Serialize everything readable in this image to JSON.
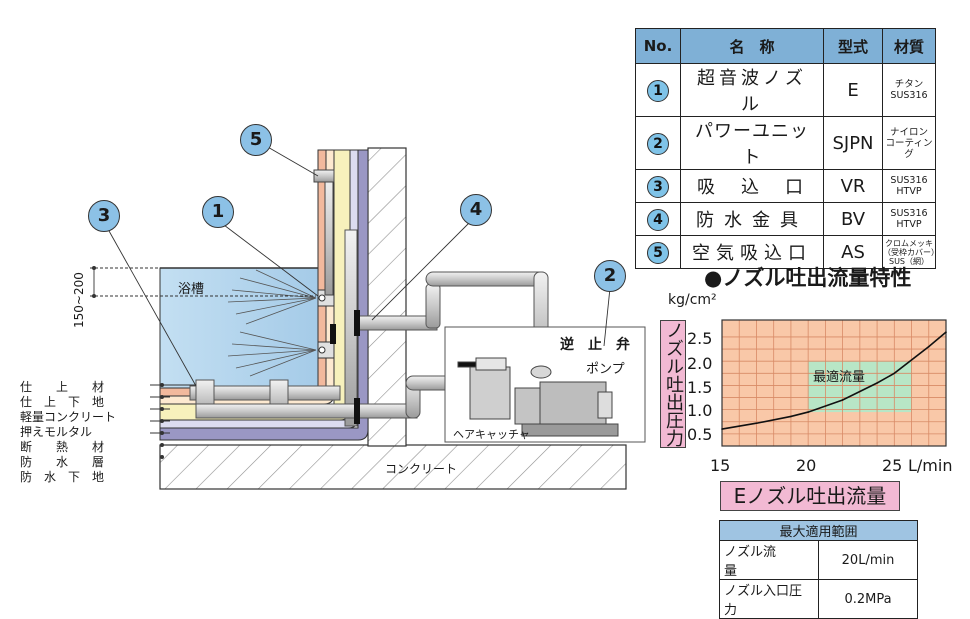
{
  "table": {
    "headers": [
      "No.",
      "名　称",
      "型式",
      "材質"
    ],
    "rows": [
      {
        "no": "1",
        "name": "超音波ノズル",
        "type": "E",
        "material_1": "チタン",
        "material_2": "SUS316",
        "material_3": ""
      },
      {
        "no": "2",
        "name": "パワーユニット",
        "type": "SJPN",
        "material_1": "ナイロン",
        "material_2": "コーティング",
        "material_3": ""
      },
      {
        "no": "3",
        "name": "吸　込　口",
        "type": "VR",
        "material_1": "SUS316",
        "material_2": "HTVP",
        "material_3": ""
      },
      {
        "no": "4",
        "name": "防水金具",
        "type": "BV",
        "material_1": "SUS316",
        "material_2": "HTVP",
        "material_3": ""
      },
      {
        "no": "5",
        "name": "空気吸込口",
        "type": "AS",
        "material_1": "クロムメッキ",
        "material_2": "（受枠カバー）",
        "material_3": "SUS（網）"
      }
    ]
  },
  "diagram": {
    "callouts": [
      "1",
      "2",
      "3",
      "4",
      "5"
    ],
    "tub_label": "浴槽",
    "dimension": "150~200",
    "check_valve": "逆　止　弁",
    "pump": "ポンプ",
    "hair_catcher": "ヘアキャッチャ",
    "concrete": "コンクリート",
    "layers": [
      "仕　　上　　材",
      "仕　上　下　地",
      "軽量コンクリート",
      "押えモルタル",
      "断　　熱　　材",
      "防　　水　　層",
      "防　水　下　地"
    ]
  },
  "chart_data": {
    "type": "line",
    "title": "●ノズル吐出流量特性",
    "ylabel_unit": "kg/cm²",
    "ylabel": "ノズル吐出圧力",
    "xlabel": "Eノズル吐出流量",
    "x_unit": "L/min",
    "xticks": [
      "15",
      "20",
      "25"
    ],
    "yticks": [
      "2.5",
      "2.0",
      "1.5",
      "1.0",
      "0.5"
    ],
    "xlim": [
      15,
      28
    ],
    "ylim": [
      0.25,
      2.85
    ],
    "x": [
      15,
      17,
      19,
      20,
      22,
      24,
      25,
      27,
      28
    ],
    "y": [
      0.6,
      0.72,
      0.86,
      0.95,
      1.2,
      1.55,
      1.75,
      2.3,
      2.6
    ],
    "optimal_region": {
      "label": "最適流量",
      "x": [
        20,
        26
      ],
      "y": [
        0.95,
        2.0
      ]
    },
    "colors": {
      "background": "#f9c8a8",
      "grid": "#d88a66",
      "optimal": "#b8e6c6",
      "line": "#111111"
    }
  },
  "range_table": {
    "title": "最大適用範囲",
    "rows": [
      {
        "label": "ノズル流　　量",
        "value": "20L/min"
      },
      {
        "label": "ノズル入口圧力",
        "value": "0.2MPa"
      }
    ]
  }
}
